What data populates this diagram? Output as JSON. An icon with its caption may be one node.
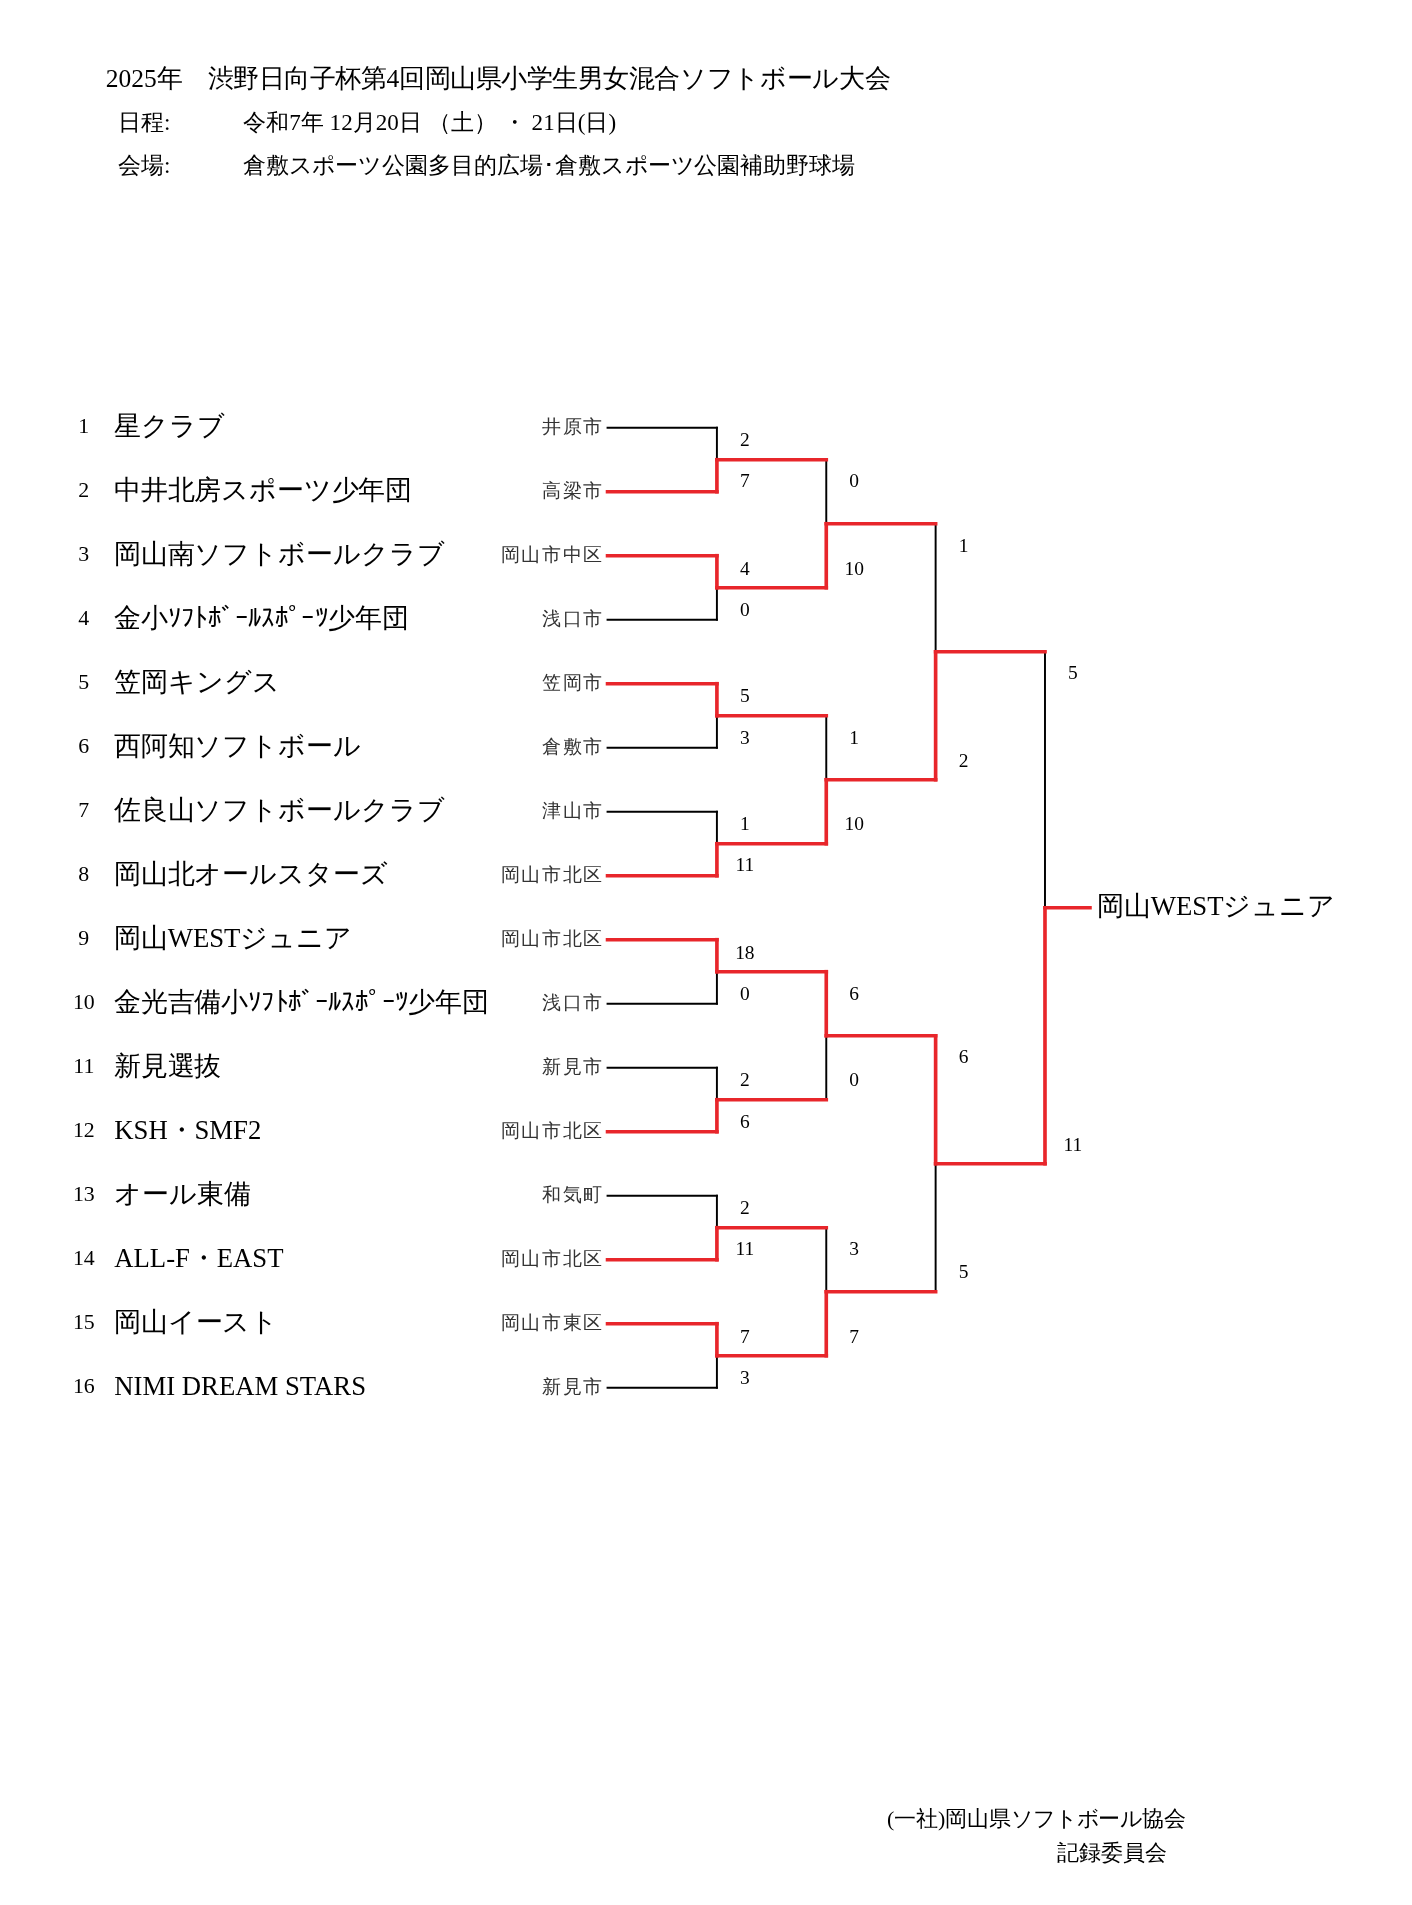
{
  "diagram": {
    "title": "2025年　渋野日向子杯第4回岡山県小学生男女混合ソフトボール大会",
    "nodes": [
      {
        "text": [
          "1",
          "星クラブ"
        ],
        "beside": [
          "井原市"
        ]
      },
      {
        "text": [
          "2",
          "中井北房スポーツ少年団"
        ],
        "beside": [
          "高梁市"
        ]
      },
      {
        "text": [
          "3",
          "岡山南ソフトボールクラブ"
        ],
        "beside": [
          "岡山市中区"
        ]
      },
      {
        "text": [
          "4",
          "金小ｿﾌﾄﾎﾞｰﾙｽﾎﾟｰﾂ少年団"
        ],
        "beside": [
          "浅口市"
        ]
      },
      {
        "text": [
          "5",
          "笠岡キングス"
        ],
        "beside": [
          "笠岡市"
        ]
      },
      {
        "text": [
          "6",
          "西阿知ソフトボール"
        ],
        "beside": [
          "倉敷市"
        ]
      },
      {
        "text": [
          "7",
          "佐良山ソフトボールクラブ"
        ],
        "beside": [
          "津山市"
        ]
      },
      {
        "text": [
          "8",
          "岡山北オールスターズ"
        ],
        "beside": [
          "岡山市北区"
        ]
      },
      {
        "text": [
          "9",
          "岡山WESTジュニア"
        ],
        "beside": [
          "岡山市北区"
        ]
      },
      {
        "text": [
          "10",
          "金光吉備小ｿﾌﾄﾎﾞｰﾙｽﾎﾟｰﾂ少年団"
        ],
        "beside": [
          "浅口市"
        ]
      },
      {
        "text": [
          "11",
          "新見選抜"
        ],
        "beside": [
          "新見市"
        ]
      },
      {
        "text": [
          "12",
          "KSH・SMF2"
        ],
        "beside": [
          "岡山市北区"
        ]
      },
      {
        "text": [
          "13",
          "オール東備"
        ],
        "beside": [
          "和気町"
        ]
      },
      {
        "text": [
          "14",
          "ALL-F・EAST"
        ],
        "beside": [
          "岡山市北区"
        ]
      },
      {
        "text": [
          "15",
          "岡山イースト"
        ],
        "beside": [
          "岡山市東区"
        ]
      },
      {
        "text": [
          "16",
          "NIMI DREAM STARS"
        ],
        "beside": [
          "新見市"
        ]
      },
      {
        "text": [
          "岡山WESTジュニア"
        ]
      }
    ],
    "labels": [
      "日程:",
      "令和7年 12月20日 （土） ・ 21日(日)",
      "会場:",
      "倉敷スポーツ公園多目的広場･倉敷スポーツ公園補助野球場",
      "2",
      "7",
      "0",
      "1",
      "4",
      "10",
      "0",
      "5",
      "5",
      "3",
      "1",
      "2",
      "1",
      "10",
      "11",
      "18",
      "0",
      "6",
      "6",
      "2",
      "0",
      "6",
      "11",
      "2",
      "11",
      "3",
      "5",
      "7",
      "7",
      "3",
      "(一社)岡山県ソフトボール協会",
      "記録委員会"
    ]
  }
}
